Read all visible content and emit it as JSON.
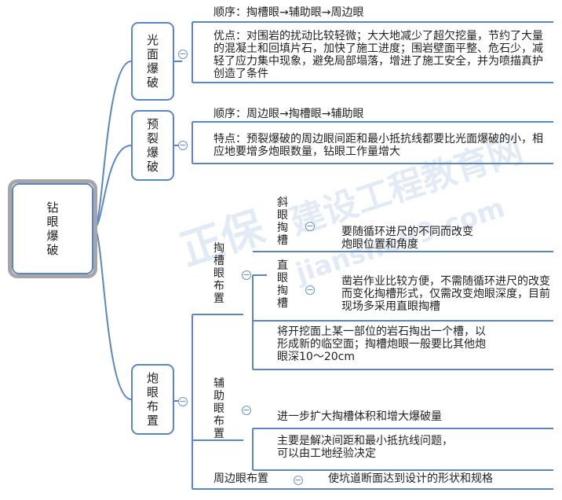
{
  "colors": {
    "line": "#5b86c5",
    "root_border": "#a6a6a6",
    "watermark": "#7fa7d6"
  },
  "root": {
    "label": "钻眼爆破"
  },
  "watermark": {
    "logo": "正保",
    "cn": "建设工程教育网",
    "url": "jianshe99.com"
  },
  "branches": [
    {
      "label": "光面爆破",
      "children": [
        {
          "text": "顺序：掏槽眼→辅助眼→周边眼"
        },
        {
          "text": "优点：对围岩的扰动比较轻微；大大地减少了超欠挖量，节约了大量的混凝土和回填片石，加快了施工进度；围岩壁面平整、危石少，减轻了应力集中现象，避免局部塌落，增进了施工安全，并为喷描真护创造了条件"
        }
      ]
    },
    {
      "label": "预裂爆破",
      "children": [
        {
          "text": "顺序：周边眼→掏槽眼→辅助眼"
        },
        {
          "text": "特点：预裂爆破的周边眼间距和最小抵抗线都要比光面爆破的小，相应地要增多炮眼数量，钻眼工作量增大"
        }
      ]
    },
    {
      "label": "炮眼布置",
      "children": [
        {
          "label": "掏槽眼布置",
          "children": [
            {
              "label": "斜眼掏槽",
              "text": "要随循环进尺的不同而改变炮眼位置和角度"
            },
            {
              "label": "直眼掏槽",
              "text": "凿岩作业比较方便，不需随循环进尺的改变而变化掏槽形式，仅需改变炮眼深度，目前现场多采用直眼掏槽"
            },
            {
              "text": "将开挖面上某一部位的岩石掏出一个槽，以形成新的临空面；掏槽炮眼一般要比其他炮眼深10～20cm"
            }
          ]
        },
        {
          "label": "辅助眼布置",
          "children": [
            {
              "text": "进一步扩大掏槽体积和增大爆破量"
            },
            {
              "text": "主要是解决间距和最小抵抗线问题，可以由工地经验决定"
            }
          ]
        },
        {
          "label": "周边眼布置",
          "text": "使坑道断面达到设计的形状和规格"
        }
      ]
    }
  ]
}
